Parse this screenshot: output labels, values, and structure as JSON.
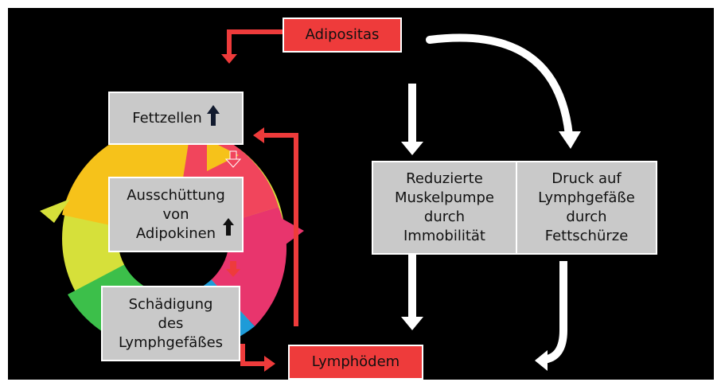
{
  "diagram": {
    "top": "Adipositas",
    "bottom": "Lymphödem",
    "cycle": [
      {
        "label": "Fettzellen",
        "arrow": "up-arrow-icon"
      },
      {
        "label": "Ausschüttung\nvon\nAdipokinen",
        "arrow": "up-arrow-icon"
      },
      {
        "label": "Schädigung\ndes\nLymphgefäßes"
      }
    ],
    "mid_left": "Reduzierte\nMuskelpumpe\ndurch\nImmobilität",
    "mid_right": "Druck auf\nLymphgefäße\ndurch\nFettschürze"
  },
  "colors": {
    "background": "#000000",
    "red_box": "#ee3b3b",
    "grey_box": "#c9c9c9",
    "arrow_red": "#ee3b3b",
    "arrow_white": "#ffffff"
  }
}
